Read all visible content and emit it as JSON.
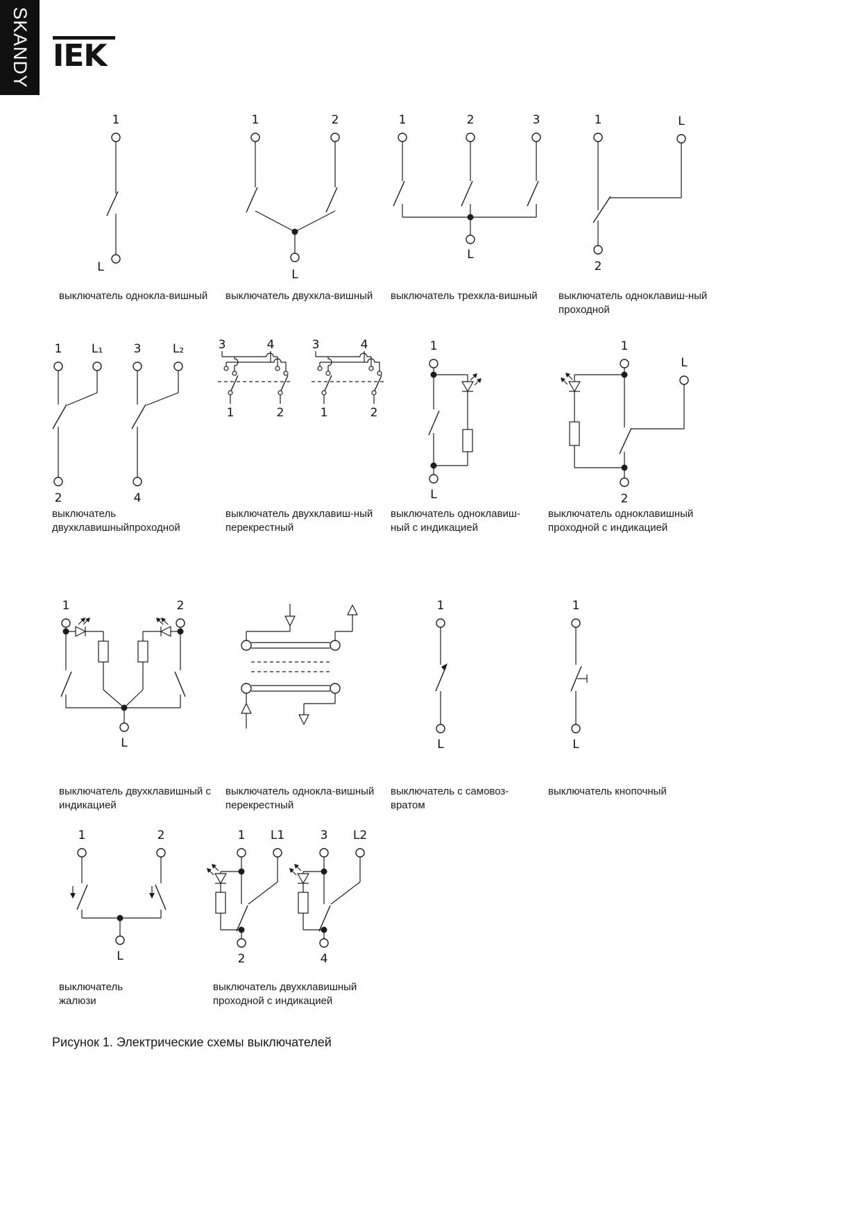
{
  "brand": {
    "series": "SKANDY",
    "logo": "IEK"
  },
  "figure_caption": "Рисунок 1. Электрические схемы выключателей",
  "diagrams": {
    "d1": {
      "cap1": "выключатель однокла-вишный",
      "t1": "1",
      "tL": "L"
    },
    "d2": {
      "cap1": "выключатель двухкла-вишный",
      "t1": "1",
      "t2": "2",
      "tL": "L"
    },
    "d3": {
      "cap1": "выключатель трехкла-вишный",
      "t1": "1",
      "t2": "2",
      "t3": "3",
      "tL": "L"
    },
    "d4": {
      "cap1": "выключатель одноклавиш-ный",
      "cap2": "проходной",
      "t1": "1",
      "tL": "L",
      "t2": "2"
    },
    "d5": {
      "cap1": "выключатель",
      "cap2": "двухклавишныйпроходной",
      "t1": "1",
      "tL1": "L₁",
      "t3": "3",
      "tL2": "L₂",
      "t2": "2",
      "t4": "4"
    },
    "d6": {
      "cap1": "выключатель двухклавиш-ный",
      "cap2": "перекрестный",
      "t3": "3",
      "t4": "4",
      "t1": "1",
      "t2": "2"
    },
    "d7": {
      "cap1": "выключатель одноклавиш-",
      "cap2": "ный с индикацией",
      "t1": "1",
      "tL": "L"
    },
    "d8": {
      "cap1": "выключатель одноклавишный",
      "cap2": "проходной с индикацией",
      "t1": "1",
      "tL": "L",
      "t2": "2"
    },
    "d9": {
      "cap1": "выключатель двухклавишный с",
      "cap2": "индикацией",
      "t1": "1",
      "t2": "2",
      "tL": "L"
    },
    "d10": {
      "cap1": "выключатель однокла-вишный",
      "cap2": "перекрестный"
    },
    "d11": {
      "cap1": "выключатель с самовоз-",
      "cap2": "вратом",
      "t1": "1",
      "tL": "L"
    },
    "d12": {
      "cap1": "выключатель кнопочный",
      "t1": "1",
      "tL": "L"
    },
    "d13": {
      "cap1": "выключатель",
      "cap2": "жалюзи",
      "t1": "1",
      "t2": "2",
      "tL": "L"
    },
    "d14": {
      "cap1": "выключатель двухклавишный",
      "cap2": "проходной с индикацией",
      "t1": "1",
      "tL1": "L1",
      "t3": "3",
      "tL2": "L2",
      "t2": "2",
      "t4": "4"
    }
  }
}
